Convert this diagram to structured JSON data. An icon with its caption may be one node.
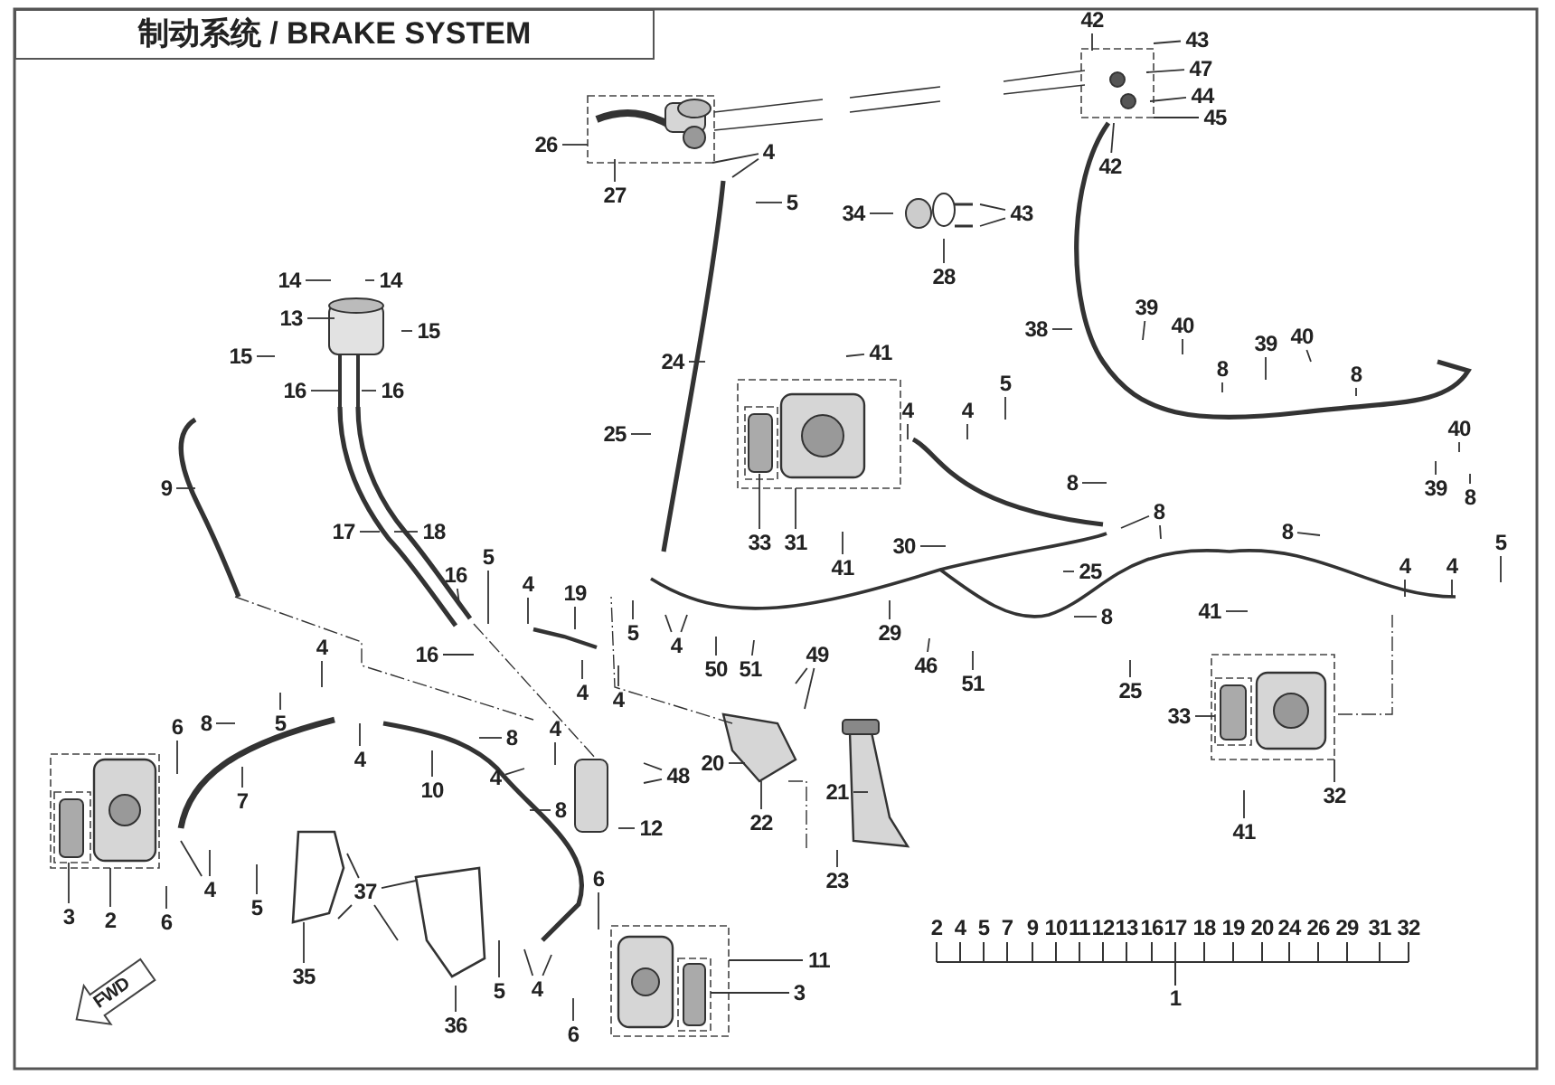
{
  "diagram": {
    "title": "制动系统 / BRAKE SYSTEM",
    "nodes": [
      {
        "text": [
          "26"
        ]
      },
      {
        "text": [
          "27"
        ]
      },
      {
        "text": [
          "4"
        ]
      },
      {
        "text": [
          "5"
        ]
      },
      {
        "text": [
          "42"
        ]
      },
      {
        "text": [
          "43"
        ]
      },
      {
        "text": [
          "47"
        ]
      },
      {
        "text": [
          "44"
        ]
      },
      {
        "text": [
          "45"
        ]
      },
      {
        "text": [
          "42"
        ]
      },
      {
        "text": [
          "34"
        ]
      },
      {
        "text": [
          "43"
        ]
      },
      {
        "text": [
          "28"
        ]
      },
      {
        "text": [
          "14"
        ]
      },
      {
        "text": [
          "14"
        ]
      },
      {
        "text": [
          "13"
        ]
      },
      {
        "text": [
          "15"
        ]
      },
      {
        "text": [
          "15"
        ]
      },
      {
        "text": [
          "38"
        ]
      },
      {
        "text": [
          "39"
        ]
      },
      {
        "text": [
          "40"
        ]
      },
      {
        "text": [
          "8"
        ]
      },
      {
        "text": [
          "39"
        ]
      },
      {
        "text": [
          "40"
        ]
      },
      {
        "text": [
          "8"
        ]
      },
      {
        "text": [
          "24"
        ]
      },
      {
        "text": [
          "41"
        ]
      },
      {
        "text": [
          "16"
        ]
      },
      {
        "text": [
          "16"
        ]
      },
      {
        "text": [
          "4"
        ]
      },
      {
        "text": [
          "4"
        ]
      },
      {
        "text": [
          "5"
        ]
      },
      {
        "text": [
          "25"
        ]
      },
      {
        "text": [
          "40"
        ]
      },
      {
        "text": [
          "8"
        ]
      },
      {
        "text": [
          "9"
        ]
      },
      {
        "text": [
          "39"
        ]
      },
      {
        "text": [
          "8"
        ]
      },
      {
        "text": [
          "8"
        ]
      },
      {
        "text": [
          "33"
        ]
      },
      {
        "text": [
          "31"
        ]
      },
      {
        "text": [
          "17"
        ]
      },
      {
        "text": [
          "18"
        ]
      },
      {
        "text": [
          "30"
        ]
      },
      {
        "text": [
          "8"
        ]
      },
      {
        "text": [
          "5"
        ]
      },
      {
        "text": [
          "41"
        ]
      },
      {
        "text": [
          "16"
        ]
      },
      {
        "text": [
          "5"
        ]
      },
      {
        "text": [
          "4"
        ]
      },
      {
        "text": [
          "4"
        ]
      },
      {
        "text": [
          "25"
        ]
      },
      {
        "text": [
          "4"
        ]
      },
      {
        "text": [
          "8"
        ]
      },
      {
        "text": [
          "19"
        ]
      },
      {
        "text": [
          "41"
        ]
      },
      {
        "text": [
          "5"
        ]
      },
      {
        "text": [
          "29"
        ]
      },
      {
        "text": [
          "4"
        ]
      },
      {
        "text": [
          "4"
        ]
      },
      {
        "text": [
          "16"
        ]
      },
      {
        "text": [
          "49"
        ]
      },
      {
        "text": [
          "46"
        ]
      },
      {
        "text": [
          "50"
        ]
      },
      {
        "text": [
          "51"
        ]
      },
      {
        "text": [
          "51"
        ]
      },
      {
        "text": [
          "25"
        ]
      },
      {
        "text": [
          "4"
        ]
      },
      {
        "text": [
          "4"
        ]
      },
      {
        "text": [
          "33"
        ]
      },
      {
        "text": [
          "5"
        ]
      },
      {
        "text": [
          "8"
        ]
      },
      {
        "text": [
          "6"
        ]
      },
      {
        "text": [
          "4"
        ]
      },
      {
        "text": [
          "8"
        ]
      },
      {
        "text": [
          "4"
        ]
      },
      {
        "text": [
          "20"
        ]
      },
      {
        "text": [
          "48"
        ]
      },
      {
        "text": [
          "4"
        ]
      },
      {
        "text": [
          "10"
        ]
      },
      {
        "text": [
          "21"
        ]
      },
      {
        "text": [
          "32"
        ]
      },
      {
        "text": [
          "7"
        ]
      },
      {
        "text": [
          "8"
        ]
      },
      {
        "text": [
          "12"
        ]
      },
      {
        "text": [
          "22"
        ]
      },
      {
        "text": [
          "41"
        ]
      },
      {
        "text": [
          "6"
        ]
      },
      {
        "text": [
          "23"
        ]
      },
      {
        "text": [
          "4"
        ]
      },
      {
        "text": [
          "37"
        ]
      },
      {
        "text": [
          "5"
        ]
      },
      {
        "text": [
          "3"
        ]
      },
      {
        "text": [
          "2"
        ]
      },
      {
        "text": [
          "6"
        ]
      },
      {
        "text": [
          "11"
        ]
      },
      {
        "text": [
          "35"
        ]
      },
      {
        "text": [
          "4"
        ]
      },
      {
        "text": [
          "5"
        ]
      },
      {
        "text": [
          "3"
        ]
      },
      {
        "text": [
          "36"
        ]
      },
      {
        "text": [
          "6"
        ]
      }
    ],
    "edges": [
      {
        "from": 0,
        "to": null,
        "arrow": "none"
      },
      {
        "from": 1,
        "to": null,
        "arrow": "none"
      },
      {
        "from": 2,
        "to": null,
        "arrow": "none"
      },
      {
        "from": 2,
        "to": null,
        "arrow": "none"
      },
      {
        "from": 3,
        "to": null,
        "arrow": "none"
      },
      {
        "from": 4,
        "to": null,
        "arrow": "none"
      },
      {
        "from": 5,
        "to": null,
        "arrow": "none"
      },
      {
        "from": 6,
        "to": null,
        "arrow": "none"
      },
      {
        "from": 7,
        "to": null,
        "arrow": "none"
      },
      {
        "from": 8,
        "to": null,
        "arrow": "none"
      },
      {
        "from": 9,
        "to": null,
        "arrow": "none"
      },
      {
        "from": 10,
        "to": null,
        "arrow": "none"
      },
      {
        "from": 11,
        "to": null,
        "arrow": "none"
      },
      {
        "from": 11,
        "to": null,
        "arrow": "none"
      },
      {
        "from": 12,
        "to": null,
        "arrow": "none"
      },
      {
        "from": 13,
        "to": null,
        "arrow": "none"
      },
      {
        "from": 14,
        "to": null,
        "arrow": "none"
      },
      {
        "from": 15,
        "to": null,
        "arrow": "none"
      },
      {
        "from": 16,
        "to": null,
        "arrow": "none"
      },
      {
        "from": 17,
        "to": null,
        "arrow": "none"
      },
      {
        "from": 18,
        "to": null,
        "arrow": "none"
      },
      {
        "from": 19,
        "to": null,
        "arrow": "none"
      },
      {
        "from": 20,
        "to": null,
        "arrow": "none"
      },
      {
        "from": 21,
        "to": null,
        "arrow": "none"
      },
      {
        "from": 22,
        "to": null,
        "arrow": "none"
      },
      {
        "from": 23,
        "to": null,
        "arrow": "none"
      },
      {
        "from": 24,
        "to": null,
        "arrow": "none"
      },
      {
        "from": 25,
        "to": null,
        "arrow": "none"
      },
      {
        "from": 26,
        "to": null,
        "arrow": "none"
      },
      {
        "from": 27,
        "to": null,
        "arrow": "none"
      },
      {
        "from": 28,
        "to": null,
        "arrow": "none"
      },
      {
        "from": 29,
        "to": null,
        "arrow": "none"
      },
      {
        "from": 30,
        "to": null,
        "arrow": "none"
      },
      {
        "from": 31,
        "to": null,
        "arrow": "none"
      },
      {
        "from": 32,
        "to": null,
        "arrow": "none"
      },
      {
        "from": 33,
        "to": null,
        "arrow": "none"
      },
      {
        "from": 34,
        "to": null,
        "arrow": "none"
      },
      {
        "from": 35,
        "to": null,
        "arrow": "none"
      },
      {
        "from": 36,
        "to": null,
        "arrow": "none"
      },
      {
        "from": 37,
        "to": null,
        "arrow": "none"
      },
      {
        "from": 38,
        "to": null,
        "arrow": "none"
      },
      {
        "from": 38,
        "to": null,
        "arrow": "none"
      },
      {
        "from": 39,
        "to": null,
        "arrow": "none"
      },
      {
        "from": 40,
        "to": null,
        "arrow": "none"
      },
      {
        "from": 41,
        "to": null,
        "arrow": "none"
      },
      {
        "from": 42,
        "to": null,
        "arrow": "none"
      },
      {
        "from": 43,
        "to": null,
        "arrow": "none"
      },
      {
        "from": 44,
        "to": null,
        "arrow": "none"
      },
      {
        "from": 45,
        "to": null,
        "arrow": "none"
      },
      {
        "from": 46,
        "to": null,
        "arrow": "none"
      },
      {
        "from": 47,
        "to": null,
        "arrow": "none"
      },
      {
        "from": 48,
        "to": null,
        "arrow": "none"
      },
      {
        "from": 49,
        "to": null,
        "arrow": "none"
      },
      {
        "from": 50,
        "to": null,
        "arrow": "none"
      },
      {
        "from": 51,
        "to": null,
        "arrow": "none"
      },
      {
        "from": 52,
        "to": null,
        "arrow": "none"
      },
      {
        "from": 53,
        "to": null,
        "arrow": "none"
      },
      {
        "from": 54,
        "to": null,
        "arrow": "none"
      },
      {
        "from": 55,
        "to": null,
        "arrow": "none"
      },
      {
        "from": 56,
        "to": null,
        "arrow": "none"
      },
      {
        "from": 57,
        "to": null,
        "arrow": "none"
      },
      {
        "from": 58,
        "to": null,
        "arrow": "none"
      },
      {
        "from": 58,
        "to": null,
        "arrow": "none"
      },
      {
        "from": 59,
        "to": null,
        "arrow": "none"
      },
      {
        "from": 60,
        "to": null,
        "arrow": "none"
      },
      {
        "from": 61,
        "to": null,
        "arrow": "none"
      },
      {
        "from": 61,
        "to": null,
        "arrow": "none"
      },
      {
        "from": 62,
        "to": null,
        "arrow": "none"
      },
      {
        "from": 63,
        "to": null,
        "arrow": "none"
      },
      {
        "from": 64,
        "to": null,
        "arrow": "none"
      },
      {
        "from": 65,
        "to": null,
        "arrow": "none"
      },
      {
        "from": 66,
        "to": null,
        "arrow": "none"
      },
      {
        "from": 67,
        "to": null,
        "arrow": "none"
      },
      {
        "from": 68,
        "to": null,
        "arrow": "none"
      },
      {
        "from": 69,
        "to": null,
        "arrow": "none"
      },
      {
        "from": 70,
        "to": null,
        "arrow": "none"
      },
      {
        "from": 71,
        "to": null,
        "arrow": "none"
      },
      {
        "from": 72,
        "to": null,
        "arrow": "none"
      },
      {
        "from": 73,
        "to": null,
        "arrow": "none"
      },
      {
        "from": 74,
        "to": null,
        "arrow": "none"
      },
      {
        "from": 75,
        "to": null,
        "arrow": "none"
      },
      {
        "from": 76,
        "to": null,
        "arrow": "none"
      },
      {
        "from": 77,
        "to": null,
        "arrow": "none"
      },
      {
        "from": 77,
        "to": null,
        "arrow": "none"
      },
      {
        "from": 78,
        "to": null,
        "arrow": "none"
      },
      {
        "from": 79,
        "to": null,
        "arrow": "none"
      },
      {
        "from": 80,
        "to": null,
        "arrow": "none"
      },
      {
        "from": 81,
        "to": null,
        "arrow": "none"
      },
      {
        "from": 82,
        "to": null,
        "arrow": "none"
      },
      {
        "from": 83,
        "to": null,
        "arrow": "none"
      },
      {
        "from": 84,
        "to": null,
        "arrow": "none"
      },
      {
        "from": 85,
        "to": null,
        "arrow": "none"
      },
      {
        "from": 86,
        "to": null,
        "arrow": "none"
      },
      {
        "from": 87,
        "to": null,
        "arrow": "none"
      },
      {
        "from": 88,
        "to": null,
        "arrow": "none"
      },
      {
        "from": 89,
        "to": null,
        "arrow": "none"
      },
      {
        "from": 89,
        "to": null,
        "arrow": "none"
      },
      {
        "from": 90,
        "to": null,
        "arrow": "none"
      },
      {
        "from": 90,
        "to": null,
        "arrow": "none"
      },
      {
        "from": 90,
        "to": null,
        "arrow": "none"
      },
      {
        "from": 90,
        "to": null,
        "arrow": "none"
      },
      {
        "from": 91,
        "to": null,
        "arrow": "none"
      },
      {
        "from": 92,
        "to": null,
        "arrow": "none"
      },
      {
        "from": 93,
        "to": null,
        "arrow": "none"
      },
      {
        "from": 94,
        "to": null,
        "arrow": "none"
      },
      {
        "from": 95,
        "to": null,
        "arrow": "none"
      },
      {
        "from": 96,
        "to": null,
        "arrow": "none"
      },
      {
        "from": 97,
        "to": null,
        "arrow": "none"
      },
      {
        "from": 97,
        "to": null,
        "arrow": "none"
      },
      {
        "from": 98,
        "to": null,
        "arrow": "none"
      },
      {
        "from": 99,
        "to": null,
        "arrow": "none"
      },
      {
        "from": 100,
        "to": null,
        "arrow": "none"
      },
      {
        "from": 101,
        "to": null,
        "arrow": "none"
      }
    ],
    "labels": [
      "2",
      "4",
      "5",
      "7",
      "9",
      "10",
      "11",
      "12",
      "13",
      "16",
      "17",
      "18",
      "19",
      "20",
      "24",
      "26",
      "29",
      "31",
      "32",
      "FWD",
      "1"
    ]
  }
}
